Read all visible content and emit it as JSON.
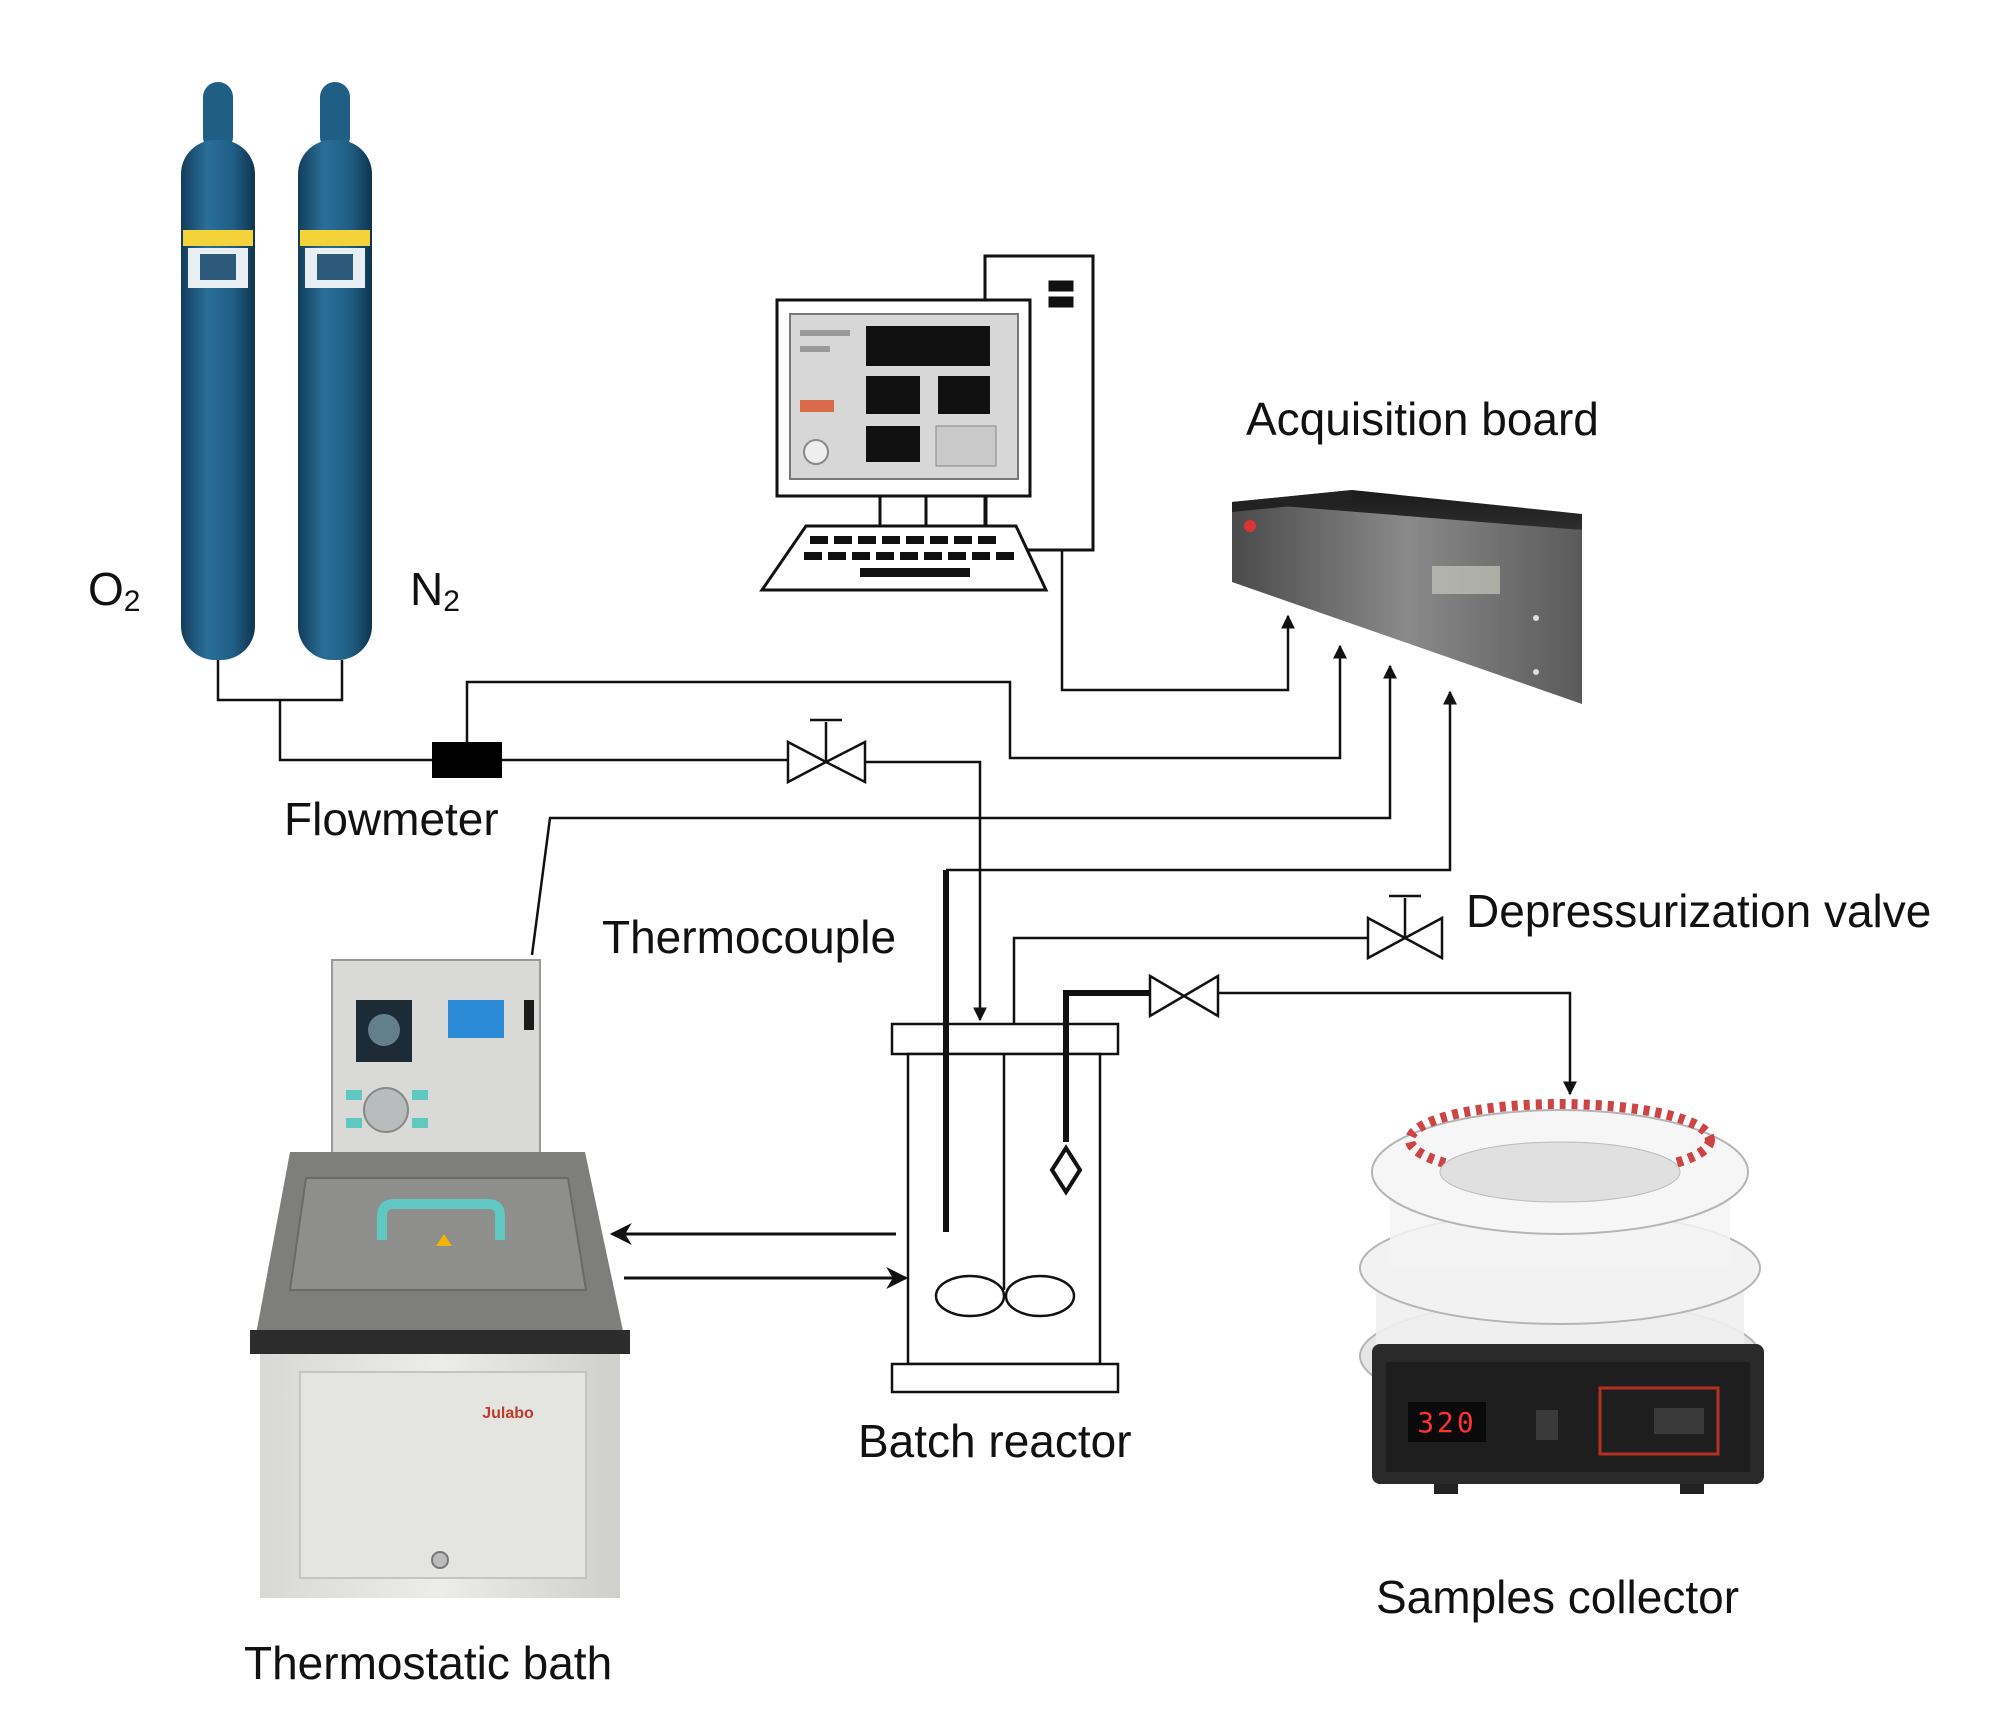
{
  "labels": {
    "acquisition_board": "Acquisition board",
    "flowmeter": "Flowmeter",
    "thermocouple": "Thermocouple",
    "depressurization_valve": "Depressurization valve",
    "batch_reactor": "Batch reactor",
    "samples_collector": "Samples collector",
    "thermostatic_bath": "Thermostatic bath"
  },
  "gases": {
    "o2": {
      "symbol": "O",
      "subscript": "2"
    },
    "n2": {
      "symbol": "N",
      "subscript": "2"
    }
  },
  "equipment_text": {
    "bath_brand": "Julabo",
    "collector_display": "320"
  },
  "colors": {
    "cylinder": "#1f5f86",
    "cylinder_dark": "#143f5c",
    "line": "#111111",
    "display_red": "#ff3030",
    "bath_handle": "#5fc8c0"
  }
}
